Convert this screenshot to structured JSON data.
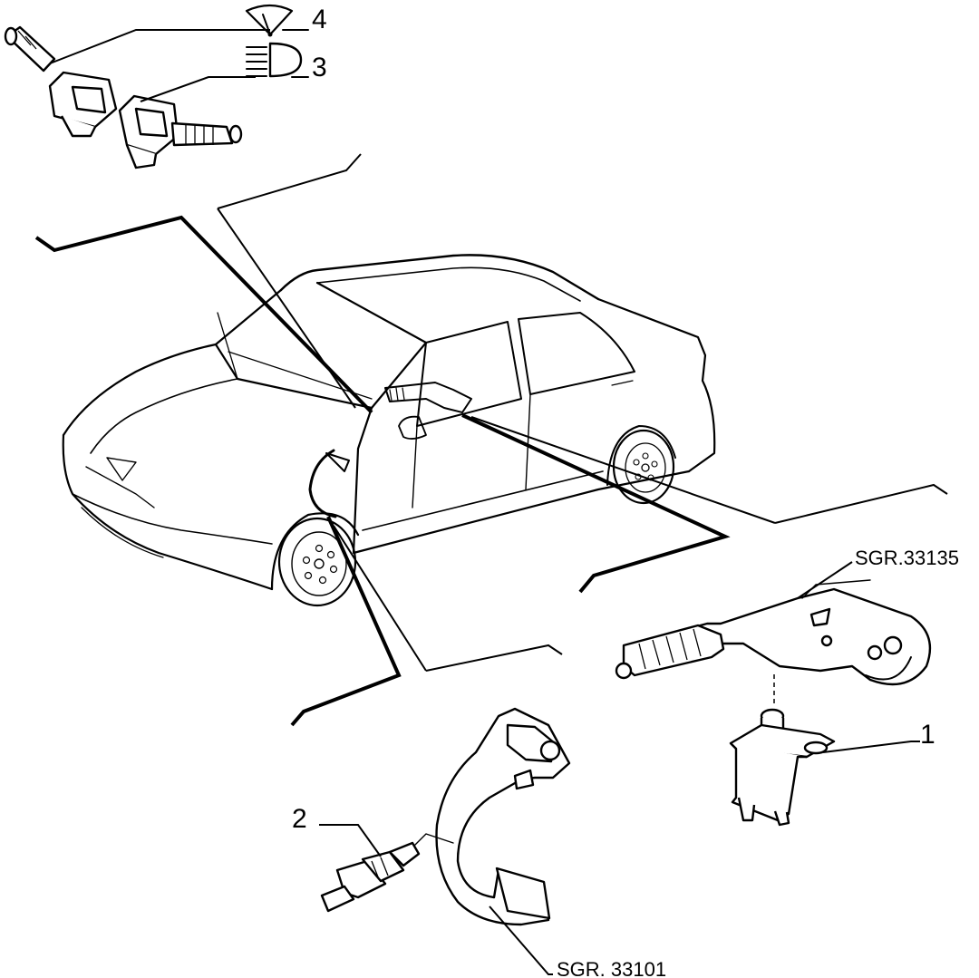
{
  "callouts": {
    "item_1": "1",
    "item_2": "2",
    "item_3": "3",
    "item_4": "4"
  },
  "refs": {
    "handbrake_group": "SGR.33135",
    "pedal_group": "SGR. 33101"
  },
  "icons": {
    "wiper": "wiper-symbol-icon",
    "headlight": "headlight-symbol-icon"
  },
  "colors": {
    "line": "#000000",
    "background": "#ffffff"
  }
}
